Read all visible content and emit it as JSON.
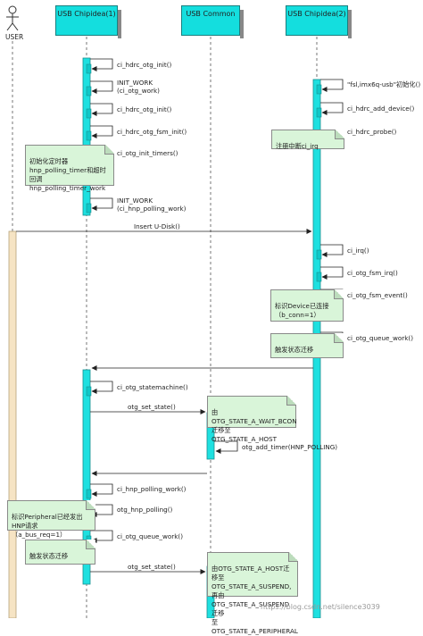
{
  "actor": {
    "label": "USER"
  },
  "lifelines": {
    "chipidea1": "USB Chipidea(1)",
    "common": "USB Common",
    "chipidea2": "USB Chipidea(2)"
  },
  "messages": {
    "m1": "ci_hdrc_otg_init()",
    "m2a": "INIT_WORK",
    "m2b": "(ci_otg_work)",
    "m3": "ci_hdrc_otg_init()",
    "m4": "ci_hdrc_otg_fsm_init()",
    "m5": "ci_otg_init_timers()",
    "m6a": "INIT_WORK",
    "m6b": "(ci_hnp_polling_work)",
    "r1": "\"fsl,imx6q-usb\"初始化()",
    "r2": "ci_hdrc_add_device()",
    "r3": "ci_hdrc_probe()",
    "insert": "Insert U-Disk()",
    "r4": "ci_irq()",
    "r5": "ci_otg_fsm_irq()",
    "r6": "ci_otg_fsm_event()",
    "r7": "ci_otg_queue_work()",
    "m7": "ci_otg_statemachine()",
    "m8": "otg_set_state()",
    "c1": "otg_add_timer(HNP_POLLING)",
    "m9": "ci_hnp_polling_work()",
    "m10": "otg_hnp_polling()",
    "m11": "ci_otg_queue_work()",
    "m12": "otg_set_state()"
  },
  "notes": {
    "n1": "初始化定时器\nhnp_polling_timer和超时回调\nhnp_polling_timer_work",
    "n2": "注册中断ci_irq",
    "n3": "标识Device已连接\n（b_conn=1）",
    "n4": "触发状态迁移",
    "n5": "由OTG_STATE_A_WAIT_BCON\n迁移至OTG_STATE_A_HOST",
    "n6": "标识Peripheral已经发出\nHNP请求（a_bus_req=1）",
    "n7": "触发状态迁移",
    "n8": "由OTG_STATE_A_HOST迁移至\nOTG_STATE_A_SUSPEND,\n再由OTG_STATE_A_SUSPEND迁移\n至OTG_STATE_A_PERIPHERAL"
  },
  "watermark": "https://blog.csdn.net/silence3039",
  "colors": {
    "header": "#14dede",
    "activation": "#1ee0e0",
    "user_activation": "#f6e4c4",
    "note": "#d9f5d9"
  }
}
